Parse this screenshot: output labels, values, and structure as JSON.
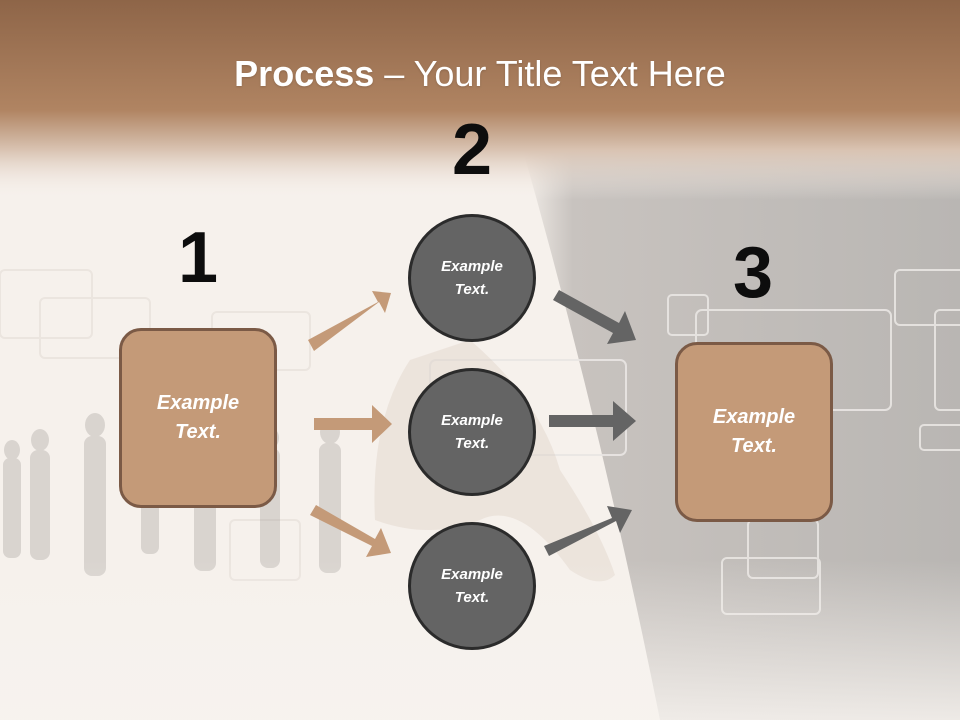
{
  "title": {
    "bold": "Process",
    "dash": " – ",
    "rest": "Your Title Text Here"
  },
  "steps": [
    {
      "number": "1",
      "text_line1": "Example",
      "text_line2": "Text."
    },
    {
      "number": "2"
    },
    {
      "number": "3",
      "text_line1": "Example",
      "text_line2": "Text."
    }
  ],
  "circles": [
    {
      "text_line1": "Example",
      "text_line2": "Text."
    },
    {
      "text_line1": "Example",
      "text_line2": "Text."
    },
    {
      "text_line1": "Example",
      "text_line2": "Text."
    }
  ],
  "colors": {
    "header_brown": "#a97a57",
    "box_fill": "#c49a78",
    "box_border": "#7b5a46",
    "circle_fill": "#646464",
    "circle_border": "#2b2b2b",
    "arrow_tan": "#c49a78",
    "arrow_gray": "#646464"
  }
}
